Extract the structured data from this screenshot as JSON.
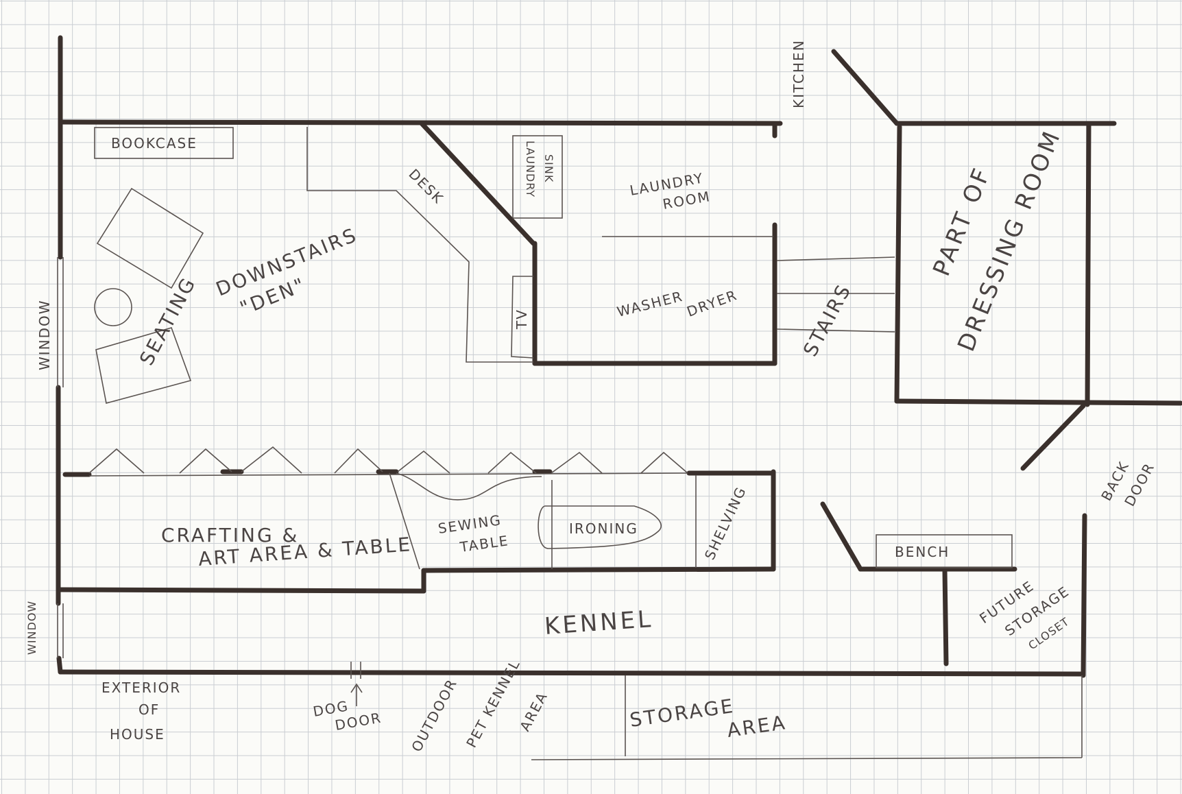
{
  "labels": {
    "bookcase": "BOOKCASE",
    "seating": "SEATING",
    "downstairs": "DOWNSTAIRS",
    "den": "\"DEN\"",
    "window_top": "WINDOW",
    "window_bottom": "WINDOW",
    "desk": "DESK",
    "laundry_sink_1": "LAUNDRY",
    "laundry_sink_2": "SINK",
    "laundry_room_1": "LAUNDRY",
    "laundry_room_2": "ROOM",
    "tv": "TV",
    "washer": "WASHER",
    "dryer": "DRYER",
    "kitchen": "KITCHEN",
    "stairs": "STAIRS",
    "dressing_1": "PART OF",
    "dressing_2": "DRESSING ROOM",
    "crafting_1": "CRAFTING &",
    "crafting_2": "ART AREA & TABLE",
    "sewing_1": "SEWING",
    "sewing_2": "TABLE",
    "ironing": "IRONING",
    "shelving": "SHELVING",
    "bench": "BENCH",
    "back_door_1": "BACK",
    "back_door_2": "DOOR",
    "kennel": "KENNEL",
    "future_1": "FUTURE",
    "future_2": "STORAGE",
    "future_3": "CLOSET",
    "exterior_1": "EXTERIOR",
    "exterior_2": "OF",
    "exterior_3": "HOUSE",
    "dog_door_1": "DOG",
    "dog_door_2": "DOOR",
    "outdoor_1": "OUTDOOR",
    "outdoor_2": "PET KENNEL",
    "outdoor_3": "AREA",
    "storage_1": "STORAGE",
    "storage_2": "AREA"
  },
  "colors": {
    "wall": "#3a302c",
    "ink": "#4a4443",
    "grid": "#c9cdd2",
    "paper": "#fbfbf8"
  }
}
